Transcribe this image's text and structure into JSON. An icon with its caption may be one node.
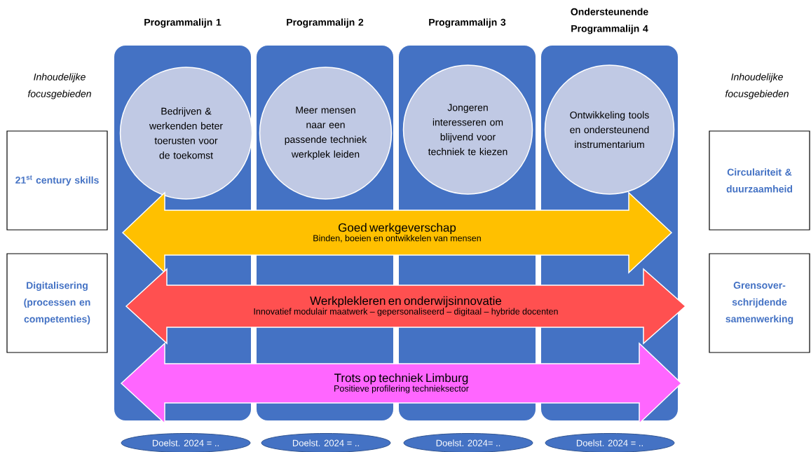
{
  "diagram": {
    "nodes": [
      {
        "text": [
          "Programmalijn 1"
        ]
      },
      {
        "text": [
          "Bedrijven & werkenden beter toerusten voor de toekomst"
        ],
        "in": 0
      },
      {
        "text": [
          "Programmalijn 2"
        ]
      },
      {
        "text": [
          "Meer mensen naar een passende techniek werkplek leiden"
        ],
        "in": 2
      },
      {
        "text": [
          "Programmalijn 3"
        ]
      },
      {
        "text": [
          "Jongeren interesseren om blijvend voor techniek te kiezen"
        ],
        "in": 4
      },
      {
        "text": [
          "Ondersteunende Programmalijn 4"
        ]
      },
      {
        "text": [
          "Ontwikkeling tools en ondersteunend instrumentarium"
        ],
        "in": 6
      },
      {
        "text": [
          "21$^{st}$ century skills"
        ]
      },
      {
        "text": [
          "Circulariteit & duurzaamheid"
        ]
      },
      {
        "text": [
          "Goed werkgeverschap",
          "Binden, boeien en ontwikkelen van mensen"
        ]
      },
      {
        "text": [
          "Digitalisering (processen en competenties)"
        ]
      },
      {
        "text": [
          "Grensover- schrijdende samenwerking"
        ]
      },
      {
        "text": [
          "Werkplekleren en onderwijsinnovatie",
          "Innovatief modulair maatwerk – gepersonaliseerd – digitaal – hybride docenten"
        ]
      },
      {
        "text": [
          "Trots op techniek Limburg",
          "Positieve profilering technieksector"
        ]
      },
      {
        "text": [
          "Doelst. 2024 = .."
        ]
      },
      {
        "text": [
          "Doelst. 2024 = .."
        ]
      },
      {
        "text": [
          "Doelst. 2024= .."
        ]
      },
      {
        "text": [
          "Doelst. 2024 = .."
        ]
      }
    ],
    "labels": [
      "Inhoudelijke focusgebieden",
      "Inhoudelijke focusgebieden"
    ]
  }
}
